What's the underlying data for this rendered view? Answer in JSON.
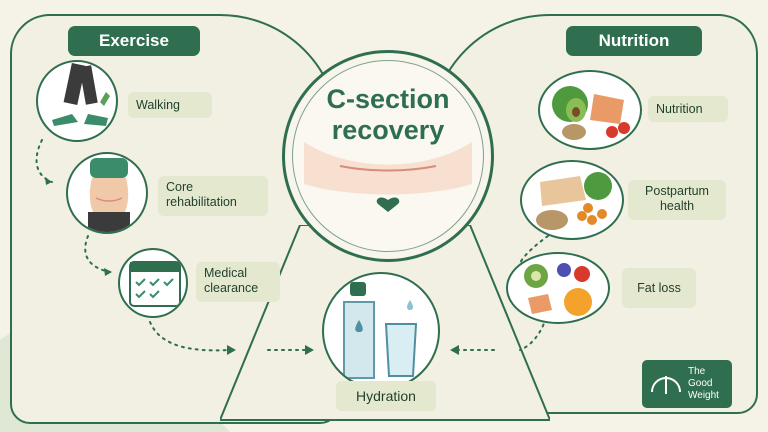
{
  "title": "C-section recovery",
  "exercise": {
    "header": "Exercise",
    "items": [
      {
        "label": "Walking"
      },
      {
        "label": "Core rehabilitation"
      },
      {
        "label": "Medical clearance"
      }
    ]
  },
  "nutrition": {
    "header": "Nutrition",
    "items": [
      {
        "label": "Nutrition"
      },
      {
        "label": "Postpartum health"
      },
      {
        "label": "Fat loss"
      }
    ]
  },
  "hydration": {
    "label": "Hydration"
  },
  "logo": {
    "text": "The\nGood\nWeight"
  },
  "colors": {
    "accent": "#2f6e4e",
    "label_bg": "#e4e8cf",
    "background": "#f5f2e8"
  }
}
